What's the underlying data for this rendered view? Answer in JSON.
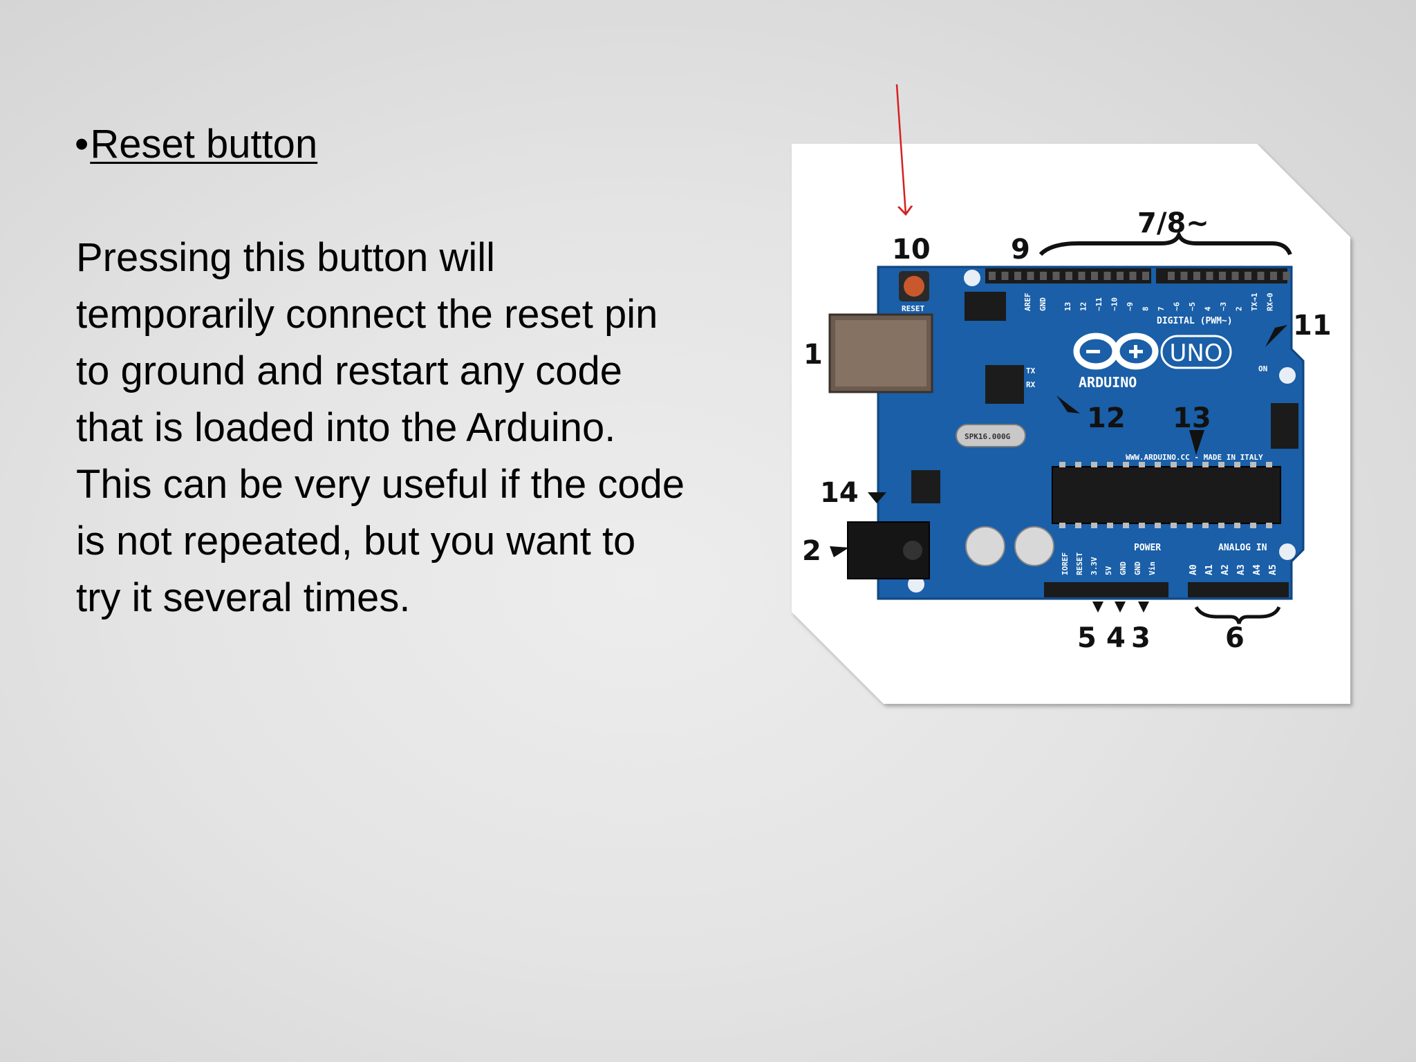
{
  "slide": {
    "bullet": "•",
    "heading": "Reset button",
    "body_lines": [
      "Pressing this button will",
      "temporarily connect the reset pin",
      "to ground and restart any code",
      "that is loaded into the Arduino.",
      "This can be very useful if the code",
      "is not repeated, but you want to",
      "try it several times."
    ]
  },
  "figure": {
    "board": {
      "logo_text": "UNO",
      "brand_text": "ARDUINO",
      "digital_label": "DIGITAL (PWM~)",
      "power_label": "POWER",
      "analog_label": "ANALOG IN",
      "tx_label": "TX",
      "rx_label": "RX",
      "on_label": "ON",
      "reset_label": "RESET",
      "aref_label": "AREF",
      "gnd_label": "GND",
      "made_in": "WWW.ARDUINO.CC - MADE IN ITALY",
      "crystal_label": "SPK16.000G",
      "analog_pins": [
        "A0",
        "A1",
        "A2",
        "A3",
        "A4",
        "A5"
      ],
      "power_pins": [
        "IOREF",
        "RESET",
        "3.3V",
        "5V",
        "GND",
        "GND",
        "Vin"
      ],
      "digital_pins": [
        "13",
        "12",
        "~11",
        "~10",
        "~9",
        "8",
        "7",
        "~6",
        "~5",
        "4",
        "~3",
        "2",
        "TX→1",
        "RX←0"
      ]
    },
    "callouts": [
      "1",
      "2",
      "3",
      "4",
      "5",
      "6",
      "7/8~",
      "9",
      "10",
      "11",
      "12",
      "13",
      "14"
    ],
    "colors": {
      "board_blue": "#1a5fa8",
      "arrow_red": "#d42020",
      "reset_button": "#c9582c",
      "image_frame": "#ffffff"
    }
  }
}
